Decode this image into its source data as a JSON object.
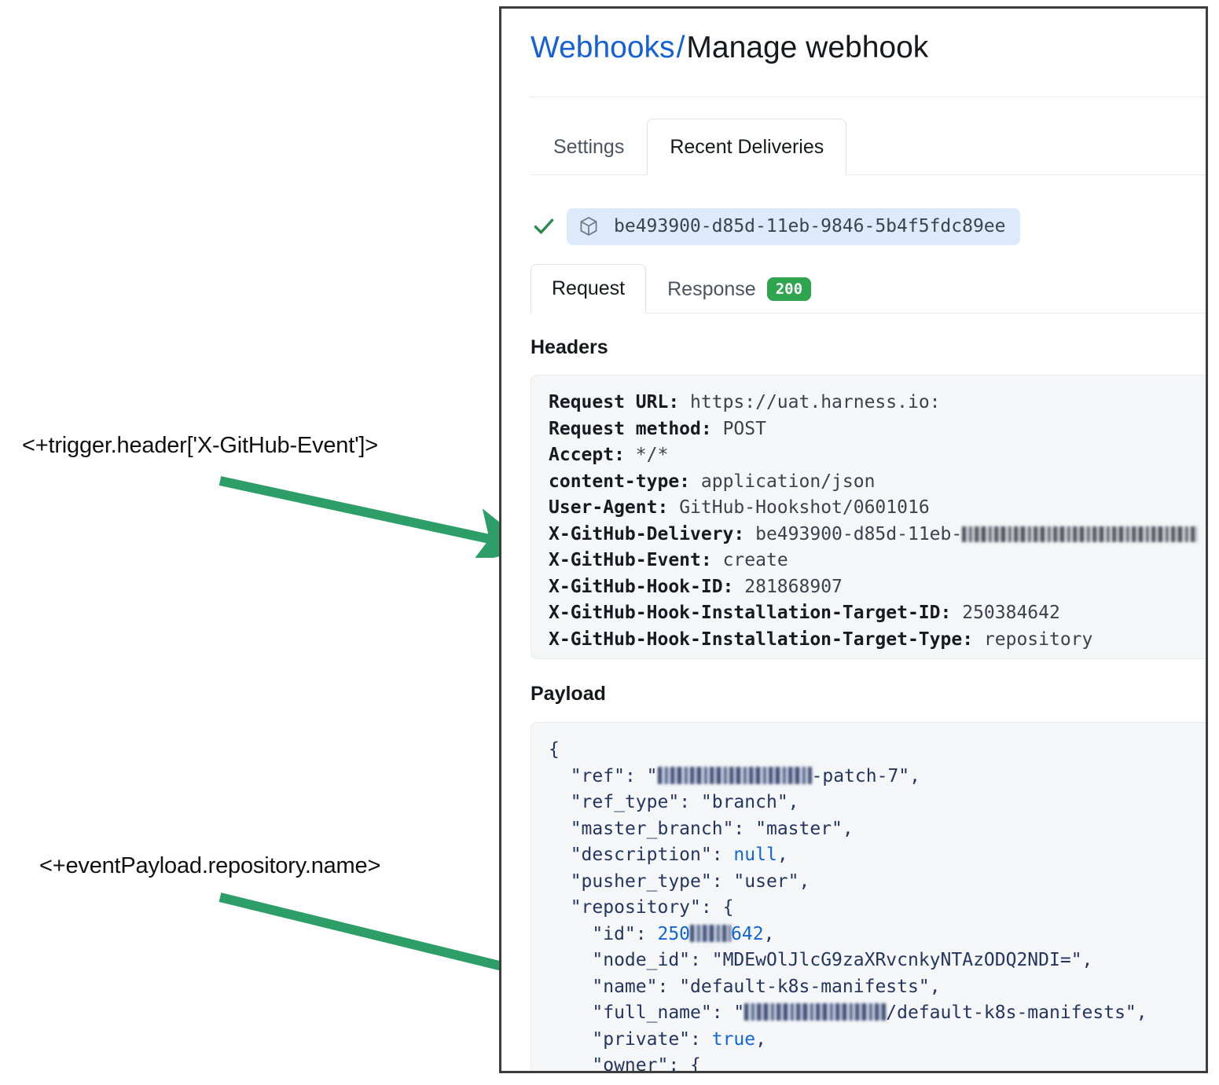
{
  "annotations": [
    {
      "id": "trigger-header",
      "text": "<+trigger.header['X-GitHub-Event']>"
    },
    {
      "id": "event-payload",
      "text": "<+eventPayload.repository.name>"
    }
  ],
  "arrow_color": "#2e9e68",
  "breadcrumb": {
    "link": "Webhooks",
    "separator": "/",
    "current": "Manage webhook"
  },
  "outer_tabs": [
    {
      "label": "Settings",
      "active": false
    },
    {
      "label": "Recent Deliveries",
      "active": true
    }
  ],
  "delivery": {
    "status_icon": "check-icon",
    "package_icon": "package-icon",
    "id": "be493900-d85d-11eb-9846-5b4f5fdc89ee"
  },
  "inner_tabs": [
    {
      "label": "Request",
      "active": true,
      "badge": null
    },
    {
      "label": "Response",
      "active": false,
      "badge": "200"
    }
  ],
  "badge_color": "#2ea44f",
  "sections": {
    "headers_title": "Headers",
    "payload_title": "Payload"
  },
  "headers": [
    {
      "key": "Request URL:",
      "value": "https://uat.harness.io:",
      "redacted": false
    },
    {
      "key": "Request method:",
      "value": "POST",
      "redacted": false
    },
    {
      "key": "Accept:",
      "value": "*/*",
      "redacted": false
    },
    {
      "key": "content-type:",
      "value": "application/json",
      "redacted": false
    },
    {
      "key": "User-Agent:",
      "value": "GitHub-Hookshot/0601016",
      "redacted": false
    },
    {
      "key": "X-GitHub-Delivery:",
      "value": "be493900-d85d-11eb-",
      "redacted": true
    },
    {
      "key": "X-GitHub-Event:",
      "value": "create",
      "redacted": false
    },
    {
      "key": "X-GitHub-Hook-ID:",
      "value": "281868907",
      "redacted": false
    },
    {
      "key": "X-GitHub-Hook-Installation-Target-ID:",
      "value": "250384642",
      "redacted": false
    },
    {
      "key": "X-GitHub-Hook-Installation-Target-Type:",
      "value": "repository",
      "redacted": false
    }
  ],
  "payload_lines": [
    "{",
    "  \"ref\": \"██████████-patch-7\",",
    "  \"ref_type\": \"branch\",",
    "  \"master_branch\": \"master\",",
    "  \"description\": null,",
    "  \"pusher_type\": \"user\",",
    "  \"repository\": {",
    "    \"id\": 250███642,",
    "    \"node_id\": \"MDEwOlJlcG9zaXRvcnkyNTAzODQ2NDI=\",",
    "    \"name\": \"default-k8s-manifests\",",
    "    \"full_name\": \"████████/default-k8s-manifests\",",
    "    \"private\": true,",
    "    \"owner\": {"
  ],
  "payload_values": {
    "ref_suffix": "-patch-7",
    "ref_type": "branch",
    "master_branch": "master",
    "description": "null",
    "pusher_type": "user",
    "repository_id_prefix": "250",
    "repository_id_suffix": "642",
    "node_id": "MDEwOlJlcG9zaXRvcnkyNTAzODQ2NDI=",
    "name": "default-k8s-manifests",
    "full_name_suffix": "/default-k8s-manifests",
    "private": "true"
  }
}
